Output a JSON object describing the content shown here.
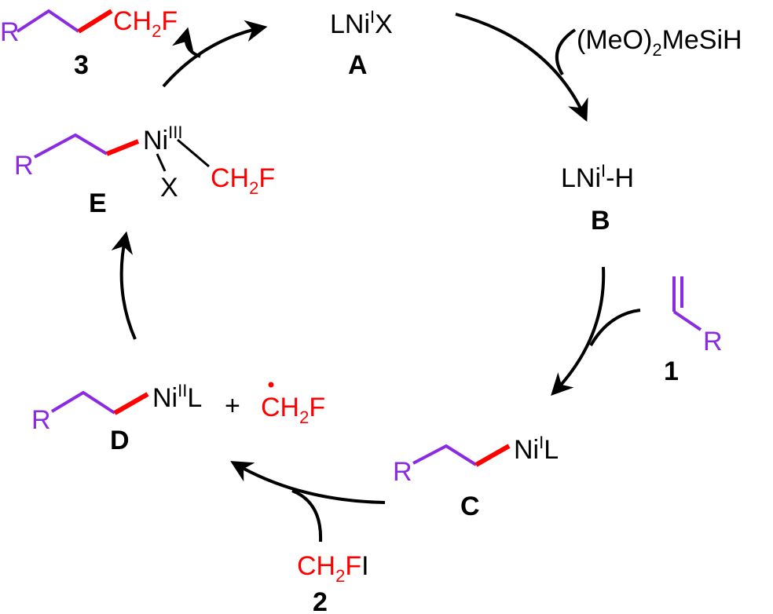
{
  "colors": {
    "chain": "#8a2be2",
    "new_bond": "#ff0000",
    "fluoro": "#ff0000",
    "text": "#000000"
  },
  "species": {
    "A": {
      "label": "A",
      "ni": "LNi",
      "ox": "I",
      "tail": "X"
    },
    "B": {
      "label": "B",
      "ni": "LNi",
      "ox": "I",
      "tail": "-H"
    },
    "C": {
      "label": "C",
      "r": "R",
      "ni": "Ni",
      "ox": "I",
      "tail": "L"
    },
    "D": {
      "label": "D",
      "r": "R",
      "ni": "Ni",
      "ox": "II",
      "tail": "L",
      "plus": "+"
    },
    "E": {
      "label": "E",
      "r": "R",
      "ni": "Ni",
      "ox": "III",
      "x": "X"
    }
  },
  "compounds": {
    "c1": {
      "num": "1",
      "r": "R"
    },
    "c2": {
      "num": "2",
      "ch": "CH",
      "sub": "2",
      "tail": "FI"
    },
    "c3": {
      "num": "3",
      "r": "R"
    }
  },
  "fluoromethyl": {
    "ch": "CH",
    "sub": "2",
    "f": "F"
  },
  "reagent": {
    "open": "(MeO)",
    "sub": "2",
    "rest": "MeSiH"
  }
}
